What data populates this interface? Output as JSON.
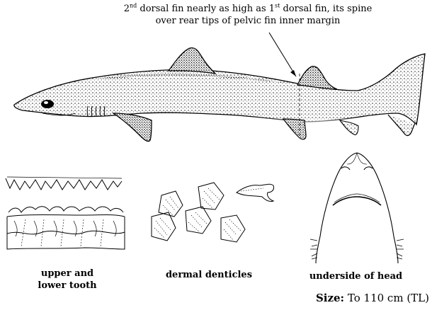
{
  "annotation": {
    "line1_prefix": "2",
    "line1_sup1": "nd",
    "line1_mid": " dorsal fin nearly as high as 1",
    "line1_sup2": "st",
    "line1_suffix": " dorsal fin, its spine",
    "line2": "over rear tips of pelvic fin inner margin"
  },
  "captions": {
    "teeth_line1": "upper and",
    "teeth_line2": "lower tooth",
    "denticles": "dermal denticles",
    "head": "underside of head"
  },
  "size": {
    "label": "Size:",
    "value": "To  110 cm (TL)"
  }
}
